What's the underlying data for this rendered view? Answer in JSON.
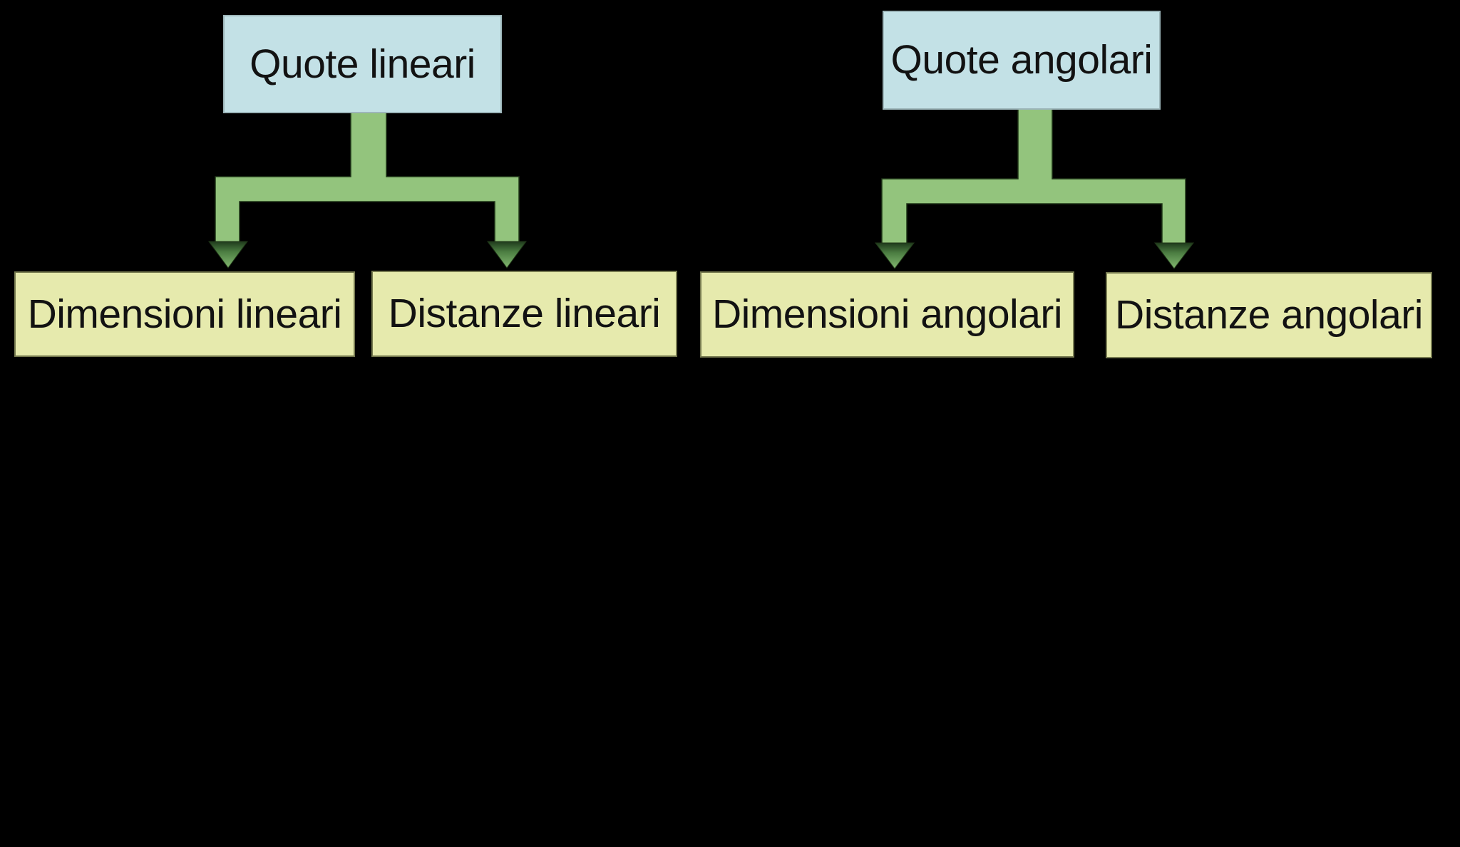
{
  "diagram": {
    "background": "#000000",
    "trees": [
      {
        "name": "linear-quotes",
        "root": {
          "label": "Quote lineari"
        },
        "children": [
          {
            "label": "Dimensioni lineari"
          },
          {
            "label": "Distanze lineari"
          }
        ]
      },
      {
        "name": "angular-quotes",
        "root": {
          "label": "Quote angolari"
        },
        "children": [
          {
            "label": "Dimensioni angolari"
          },
          {
            "label": "Distanze angolari"
          }
        ]
      }
    ],
    "colors": {
      "background": "#000000",
      "root_box_fill": "#c3e1e6",
      "leaf_box_fill": "#e6eaad",
      "connector_green": "#93c47d",
      "arrowhead_dark": "#24401f",
      "text": "#121212"
    }
  }
}
